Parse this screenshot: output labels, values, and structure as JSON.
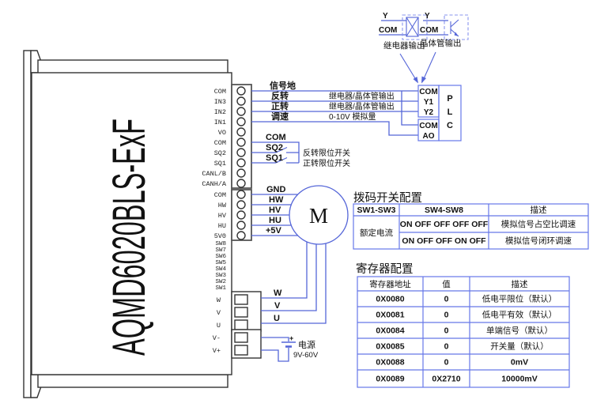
{
  "device": {
    "model": "AQMD6020BLS-ExF",
    "io_pins": [
      "COM",
      "IN3",
      "IN2",
      "IN1",
      "VO",
      "COM",
      "SQ2",
      "SQ1",
      "CANL/B",
      "CANH/A"
    ],
    "hall_pins": [
      "COM",
      "HW",
      "HV",
      "HU",
      "5V0"
    ],
    "dip_pins": [
      "SW8",
      "SW7",
      "SW6",
      "SW5",
      "SW4",
      "SW3",
      "SW2",
      "SW1"
    ],
    "phase_pins": [
      "W",
      "V",
      "U"
    ],
    "power_pins": [
      "V-",
      "V+"
    ]
  },
  "signals": {
    "signal_ground": "信号地",
    "reverse": "反转",
    "forward": "正转",
    "speed": "调速",
    "relay_transistor_output_1": "继电器/晶体管输出",
    "relay_transistor_output_2": "继电器/晶体管输出",
    "analog_0_10v": "0-10V 模拟量",
    "com": "COM",
    "sq2": "SQ2",
    "sq1": "SQ1",
    "reverse_limit_switch": "反转限位开关",
    "forward_limit_switch": "正转限位开关",
    "gnd": "GND",
    "hw": "HW",
    "hv": "HV",
    "hu": "HU",
    "p5v": "+5V",
    "w": "W",
    "v": "V",
    "u": "U"
  },
  "plc": {
    "letters": [
      "P",
      "L",
      "C"
    ],
    "upper_terminals": [
      "COM",
      "Y1",
      "Y2"
    ],
    "lower_terminals": [
      "COM",
      "AO"
    ]
  },
  "legend": {
    "relay": {
      "y": "Y",
      "com": "COM",
      "label": "继电器输出"
    },
    "transistor": {
      "y": "Y",
      "com": "COM",
      "label": "晶体管输出"
    }
  },
  "motor": {
    "symbol": "M"
  },
  "power": {
    "label": "电源",
    "range": "9V-60V",
    "plus": "+"
  },
  "dip_table": {
    "title": "拨码开关配置",
    "headers": [
      "SW1-SW3",
      "SW4-SW8",
      "描述"
    ],
    "row_label": "额定电流",
    "rows": [
      {
        "sw48": "ON OFF OFF OFF OFF",
        "desc": "模拟信号占空比调速"
      },
      {
        "sw48": "ON OFF OFF ON OFF",
        "desc": "模拟信号闭环调速"
      }
    ]
  },
  "register_table": {
    "title": "寄存器配置",
    "headers": [
      "寄存器地址",
      "值",
      "描述"
    ],
    "rows": [
      [
        "0X0080",
        "0",
        "低电平限位（默认）"
      ],
      [
        "0X0081",
        "0",
        "低电平有效（默认）"
      ],
      [
        "0X0084",
        "0",
        "单端信号（默认）"
      ],
      [
        "0X0085",
        "0",
        "开关量（默认）"
      ],
      [
        "0X0088",
        "0",
        "0mV"
      ],
      [
        "0X0089",
        "0X2710",
        "10000mV"
      ]
    ]
  },
  "colors": {
    "wire": "#5566d8",
    "table_border": "#6677e8",
    "text": "#111111"
  }
}
